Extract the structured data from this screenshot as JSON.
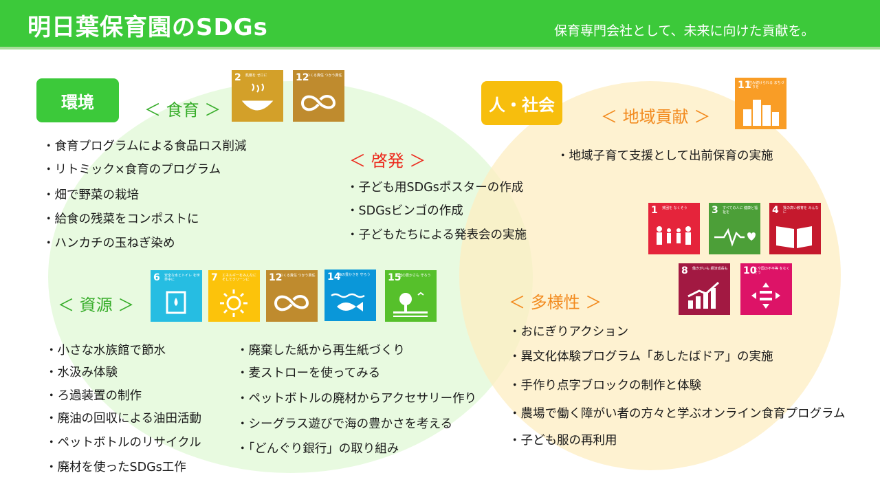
{
  "header": {
    "title": "明日葉保育園のSDGs",
    "subtitle": "保育専門会社として、未来に向けた貢献を。"
  },
  "badges": {
    "environment": "環境",
    "society": "人・社会"
  },
  "sections": {
    "food": {
      "heading": "＜ 食育 ＞",
      "items": [
        "・食育プログラムによる食品ロス削減",
        "・リトミック×食育のプログラム",
        "・畑で野菜の栽培",
        "・給食の残菜をコンポストに",
        "・ハンカチの玉ねぎ染め"
      ]
    },
    "awareness": {
      "heading": "＜ 啓発 ＞",
      "items": [
        "・子ども用SDGsポスターの作成",
        "・SDGsビンゴの作成",
        "・子どもたちによる発表会の実施"
      ]
    },
    "resources": {
      "heading": "＜ 資源 ＞",
      "left": [
        "・小さな水族館で節水",
        "・水汲み体験",
        "・ろ過装置の制作",
        "・廃油の回収による油田活動",
        "・ペットボトルのリサイクル",
        "・廃材を使ったSDGs工作"
      ],
      "right": [
        "・廃棄した紙から再生紙づくり",
        "・麦ストローを使ってみる",
        "・ペットボトルの廃材からアクセサリー作り",
        "・シーグラス遊びで海の豊かさを考える",
        "・「どんぐり銀行」の取り組み"
      ]
    },
    "community": {
      "heading": "＜ 地域貢献 ＞",
      "items": [
        "・地域子育て支援として出前保育の実施"
      ]
    },
    "diversity": {
      "heading": "＜ 多様性 ＞",
      "items": [
        "・おにぎりアクション",
        "・異文化体験プログラム「あしたばドア」の実施",
        "・手作り点字ブロックの制作と体験",
        "・農場で働く障がい者の方々と学ぶオンライン食育プログラム",
        "・子ども服の再利用"
      ]
    }
  },
  "sdg_icons": {
    "goal2": {
      "num": "2",
      "caption": "飢餓を ゼロに",
      "color": "#d3a029",
      "icon": "bowl-icon"
    },
    "goal12a": {
      "num": "12",
      "caption": "つくる責任 つかう責任",
      "color": "#bf8b2e",
      "icon": "infinity-icon"
    },
    "goal11": {
      "num": "11",
      "caption": "住み続けられる まちづくりを",
      "color": "#f99d26",
      "icon": "buildings-icon"
    },
    "goal1": {
      "num": "1",
      "caption": "貧困を なくそう",
      "color": "#e5243b",
      "icon": "family-icon"
    },
    "goal3": {
      "num": "3",
      "caption": "すべての人に 健康と福祉を",
      "color": "#4c9f38",
      "icon": "heartbeat-icon"
    },
    "goal4": {
      "num": "4",
      "caption": "質の高い教育を みんなに",
      "color": "#c5192d",
      "icon": "book-icon"
    },
    "goal8": {
      "num": "8",
      "caption": "働きがいも 経済成長も",
      "color": "#a21942",
      "icon": "growth-chart-icon"
    },
    "goal10": {
      "num": "10",
      "caption": "人や国の不平等 をなくそう",
      "color": "#dd1367",
      "icon": "equality-icon"
    },
    "goal6": {
      "num": "6",
      "caption": "安全な水とトイレ を世界中に",
      "color": "#26bde2",
      "icon": "water-drop-icon"
    },
    "goal7": {
      "num": "7",
      "caption": "エネルギーをみんなに そしてクリーンに",
      "color": "#fcc30b",
      "icon": "sun-power-icon"
    },
    "goal12b": {
      "num": "12",
      "caption": "つくる責任 つかう責任",
      "color": "#bf8b2e",
      "icon": "infinity-icon"
    },
    "goal14": {
      "num": "14",
      "caption": "海の豊かさを 守ろう",
      "color": "#0a97d9",
      "icon": "fish-icon"
    },
    "goal15": {
      "num": "15",
      "caption": "陸の豊かさも 守ろう",
      "color": "#56c02b",
      "icon": "tree-icon"
    }
  }
}
